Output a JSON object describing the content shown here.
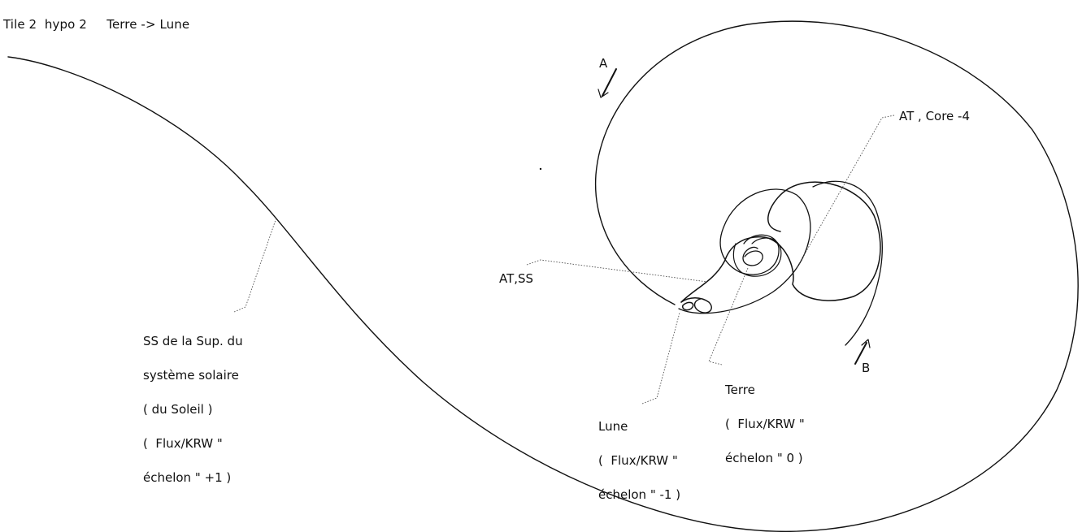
{
  "title": "Tile 2  hypo 2     Terre -> Lune",
  "labels": {
    "a": "A",
    "b": "B",
    "at_core": "AT , Core -4",
    "at_ss": "AT,SS",
    "ss": {
      "line1": "SS de la Sup. du",
      "line2": "système solaire",
      "line3": "( du Soleil )",
      "line4": "(  Flux/KRW \"",
      "line5": "échelon \" +1 )"
    },
    "terre": {
      "line1": "Terre",
      "line2": "(  Flux/KRW \"",
      "line3": "échelon \" 0 )"
    },
    "lune": {
      "line1": "Lune",
      "line2": "(  Flux/KRW \"",
      "line3": "échelon \" -1 )"
    }
  },
  "colors": {
    "stroke": "#111111",
    "leader": "#555555",
    "background": "#ffffff"
  }
}
